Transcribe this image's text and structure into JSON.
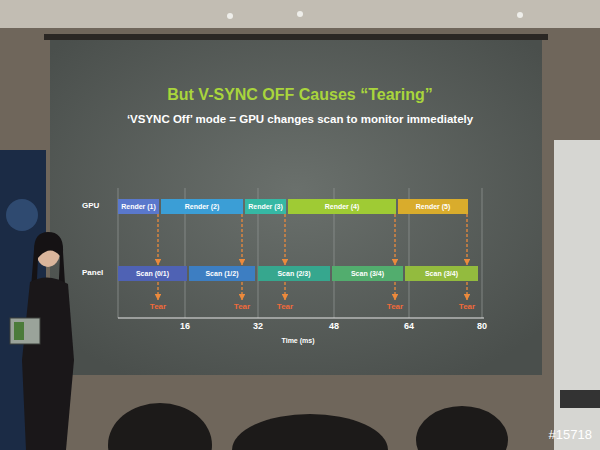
{
  "diagram": {
    "title": "But V-SYNC OFF Causes “Tearing”",
    "nodes": [
      {
        "text": [
          "Render (1)"
        ]
      },
      {
        "text": [
          "Render (2)"
        ]
      },
      {
        "text": [
          "Render (3)"
        ]
      },
      {
        "text": [
          "Render (4)"
        ]
      },
      {
        "text": [
          "Render (5)"
        ]
      },
      {
        "text": [
          "Scan (0/1)"
        ]
      },
      {
        "text": [
          "Scan (1/2)"
        ]
      },
      {
        "text": [
          "Scan (2/3)"
        ]
      },
      {
        "text": [
          "Scan (3/4)"
        ]
      },
      {
        "text": [
          "Scan (3/4)"
        ]
      }
    ],
    "edges": [
      {
        "from": 0,
        "to": 5,
        "arrow": "to"
      },
      {
        "from": 1,
        "to": 6,
        "arrow": "to"
      },
      {
        "from": 2,
        "to": 7,
        "arrow": "to"
      },
      {
        "from": 3,
        "to": 8,
        "arrow": "to"
      },
      {
        "from": 4,
        "to": 9,
        "arrow": "to"
      }
    ],
    "labels": [
      "Tear",
      "Tear",
      "Tear",
      "Tear",
      "Tear",
      "16",
      "32",
      "48",
      "64",
      "80",
      "Time (ms)",
      "GPU",
      "Panel",
      "‘VSYNC Off’ mode = GPU changes scan to monitor immediately",
      "#15718"
    ]
  }
}
